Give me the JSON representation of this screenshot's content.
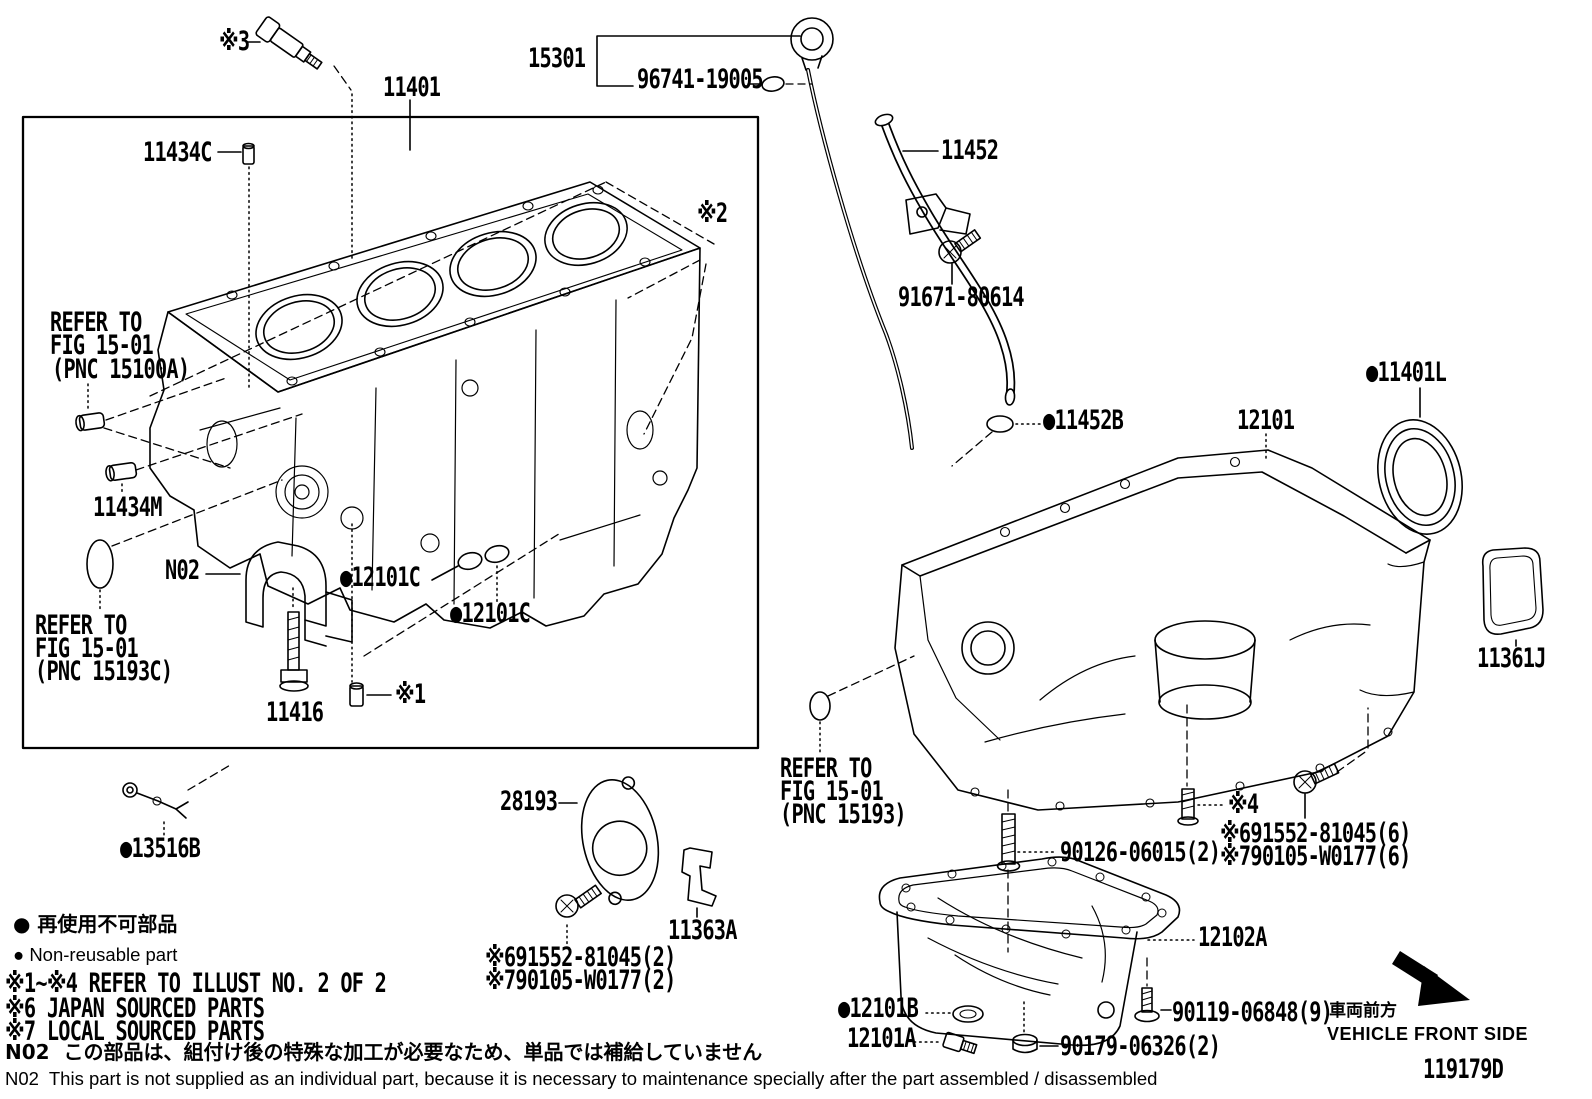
{
  "doc": {
    "type": "parts-catalog-figure",
    "figure_subject": "Cylinder block and oil pan",
    "drawing_code": "119179D",
    "ink_color": "#000000",
    "background_color": "#ffffff"
  },
  "labels": [
    {
      "id": "sym3",
      "text": "※3"
    },
    {
      "id": "11401",
      "text": "11401"
    },
    {
      "id": "15301",
      "text": "15301"
    },
    {
      "id": "96741-19005",
      "text": "96741-19005"
    },
    {
      "id": "11452",
      "text": "11452"
    },
    {
      "id": "11434C",
      "text": "11434C"
    },
    {
      "id": "sym2",
      "text": "※2"
    },
    {
      "id": "91671-80614",
      "text": "91671-80614"
    },
    {
      "id": "refer1a",
      "text": "REFER TO"
    },
    {
      "id": "refer1b",
      "text": "FIG 15-01"
    },
    {
      "id": "refer1c",
      "text": "(PNC 15100A)"
    },
    {
      "id": "11434M",
      "text": "11434M"
    },
    {
      "id": "11401L",
      "text": "●11401L"
    },
    {
      "id": "11452B",
      "text": "●11452B"
    },
    {
      "id": "12101",
      "text": "12101"
    },
    {
      "id": "N02",
      "text": "N02"
    },
    {
      "id": "12101C-1",
      "text": "●12101C"
    },
    {
      "id": "12101C-2",
      "text": "●12101C"
    },
    {
      "id": "refer2a",
      "text": "REFER TO"
    },
    {
      "id": "refer2b",
      "text": "FIG 15-01"
    },
    {
      "id": "refer2c",
      "text": "(PNC 15193C)"
    },
    {
      "id": "11416",
      "text": "11416"
    },
    {
      "id": "sym1",
      "text": "※1"
    },
    {
      "id": "11361J",
      "text": "11361J"
    },
    {
      "id": "refer3a",
      "text": "REFER TO"
    },
    {
      "id": "refer3b",
      "text": "FIG 15-01"
    },
    {
      "id": "refer3c",
      "text": "(PNC 15193)"
    },
    {
      "id": "28193",
      "text": "28193"
    },
    {
      "id": "13516B",
      "text": "●13516B"
    },
    {
      "id": "691552-2a",
      "text": "※691552-81045(2)"
    },
    {
      "id": "790105-2b",
      "text": "※790105-W0177(2)"
    },
    {
      "id": "11363A",
      "text": "11363A"
    },
    {
      "id": "90126-06015",
      "text": "90126-06015(2)"
    },
    {
      "id": "sym4",
      "text": "※4"
    },
    {
      "id": "691552-6a",
      "text": "※691552-81045(6)"
    },
    {
      "id": "790105-6b",
      "text": "※790105-W0177(6)"
    },
    {
      "id": "12102A",
      "text": "12102A"
    },
    {
      "id": "90119-06848",
      "text": "90119-06848(9)"
    },
    {
      "id": "90179-06326",
      "text": "90179-06326(2)"
    },
    {
      "id": "12101B",
      "text": "●12101B"
    },
    {
      "id": "12101A",
      "text": "12101A"
    }
  ],
  "legend": {
    "nonreusable_jp": "● 再使用不可部品",
    "nonreusable_en": "● Non-reusable part",
    "note1": "※1~※4 REFER TO ILLUST NO. 2 OF 2",
    "note2": "※6 JAPAN SOURCED PARTS",
    "note3": "※7 LOCAL SOURCED PARTS",
    "n02_jp": "N02  この部品は、組付け後の特殊な加工が必要なため、単品では補給していません",
    "n02_en": "N02  This part is not supplied as an individual part, because it is necessary to maintenance specially after the part assembled / disassembled"
  },
  "front_marker": {
    "jp": "車両前方",
    "en": "VEHICLE FRONT SIDE",
    "code": "119179D"
  }
}
